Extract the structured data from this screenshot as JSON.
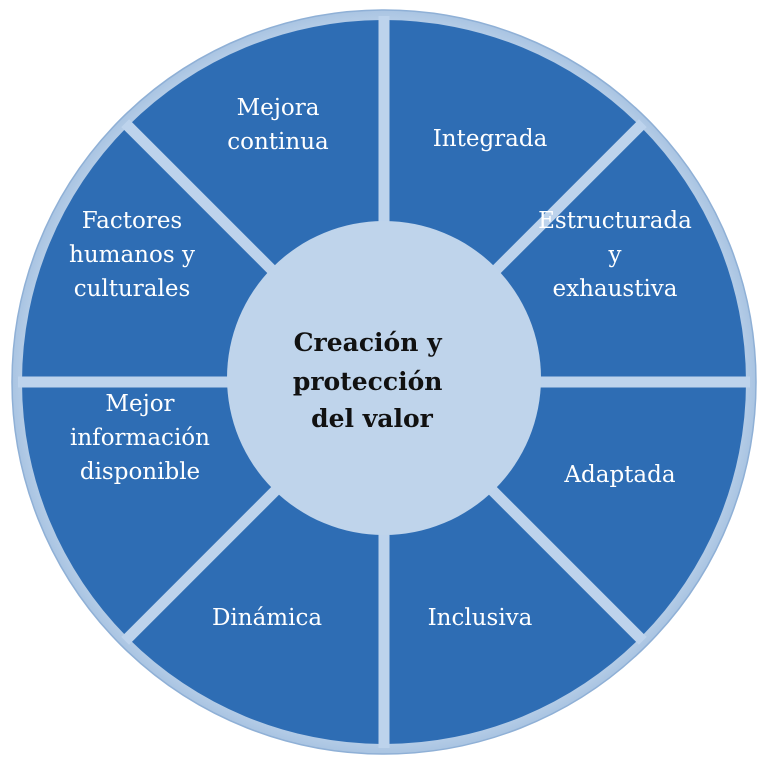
{
  "diagram": {
    "center_label": [
      "Creación y",
      "protección",
      "del valor"
    ],
    "segments": [
      {
        "id": "integrada",
        "lines": [
          "Integrada"
        ]
      },
      {
        "id": "estructurada",
        "lines": [
          "Estructurada",
          "y",
          "exhaustiva"
        ]
      },
      {
        "id": "adaptada",
        "lines": [
          "Adaptada"
        ]
      },
      {
        "id": "inclusiva",
        "lines": [
          "Inclusiva"
        ]
      },
      {
        "id": "dinamica",
        "lines": [
          "Dinámica"
        ]
      },
      {
        "id": "mejor-informacion",
        "lines": [
          "Mejor",
          "información",
          "disponible"
        ]
      },
      {
        "id": "factores",
        "lines": [
          "Factores",
          "humanos y",
          "culturales"
        ]
      },
      {
        "id": "mejora-continua",
        "lines": [
          "Mejora",
          "continua"
        ]
      }
    ]
  },
  "colors": {
    "segment_fill": "#2E6DB4",
    "separator": "#BDD3EC",
    "outer_ring": "#C4D8EE",
    "hub_fill": "#BFD4EB",
    "hub_text": "#111111",
    "segment_text": "#FFFFFF"
  }
}
